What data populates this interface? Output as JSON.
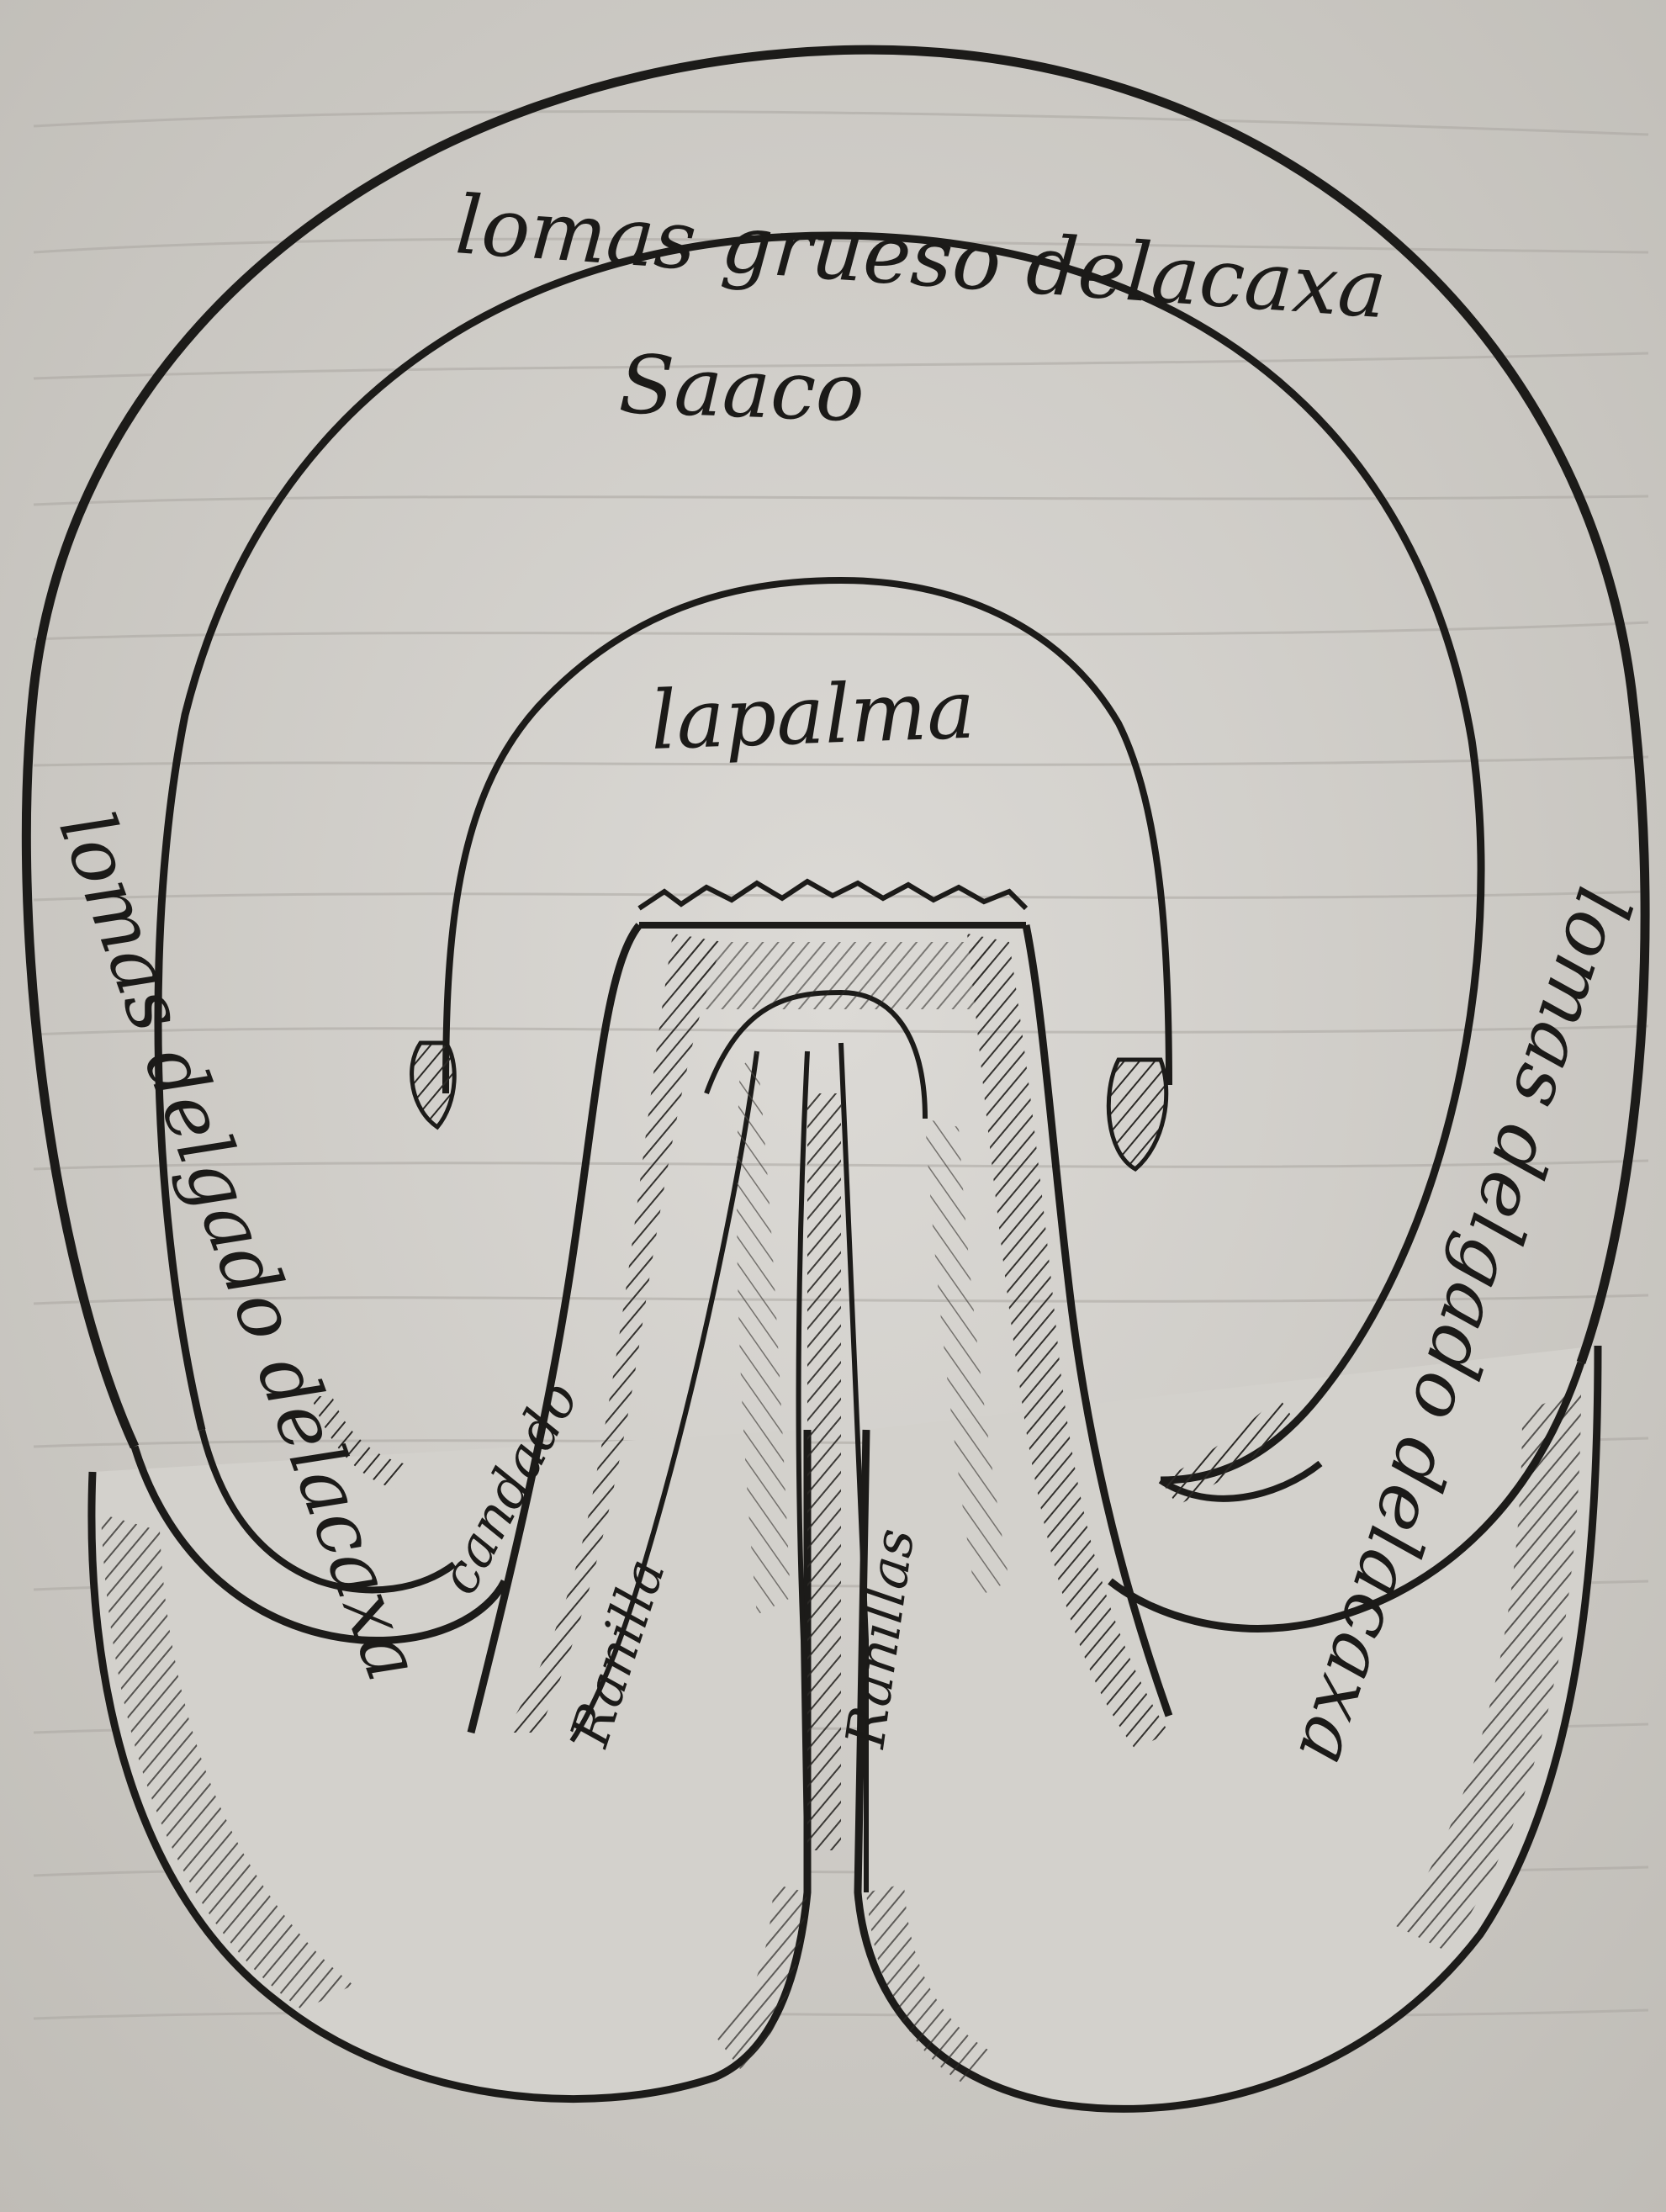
{
  "diagram": {
    "subject": "hoof-sole-sketch",
    "labels": {
      "outer_wall_top": "lomas grueso delacaxa",
      "white_line": "Saaco",
      "sole": "lapalma",
      "left_wall": "lomas delgado delacaxa",
      "right_wall": "lomas delgado delacaxa",
      "left_bar": "candado",
      "left_frog": "Ranilla",
      "right_frog": "Ranillas"
    }
  }
}
